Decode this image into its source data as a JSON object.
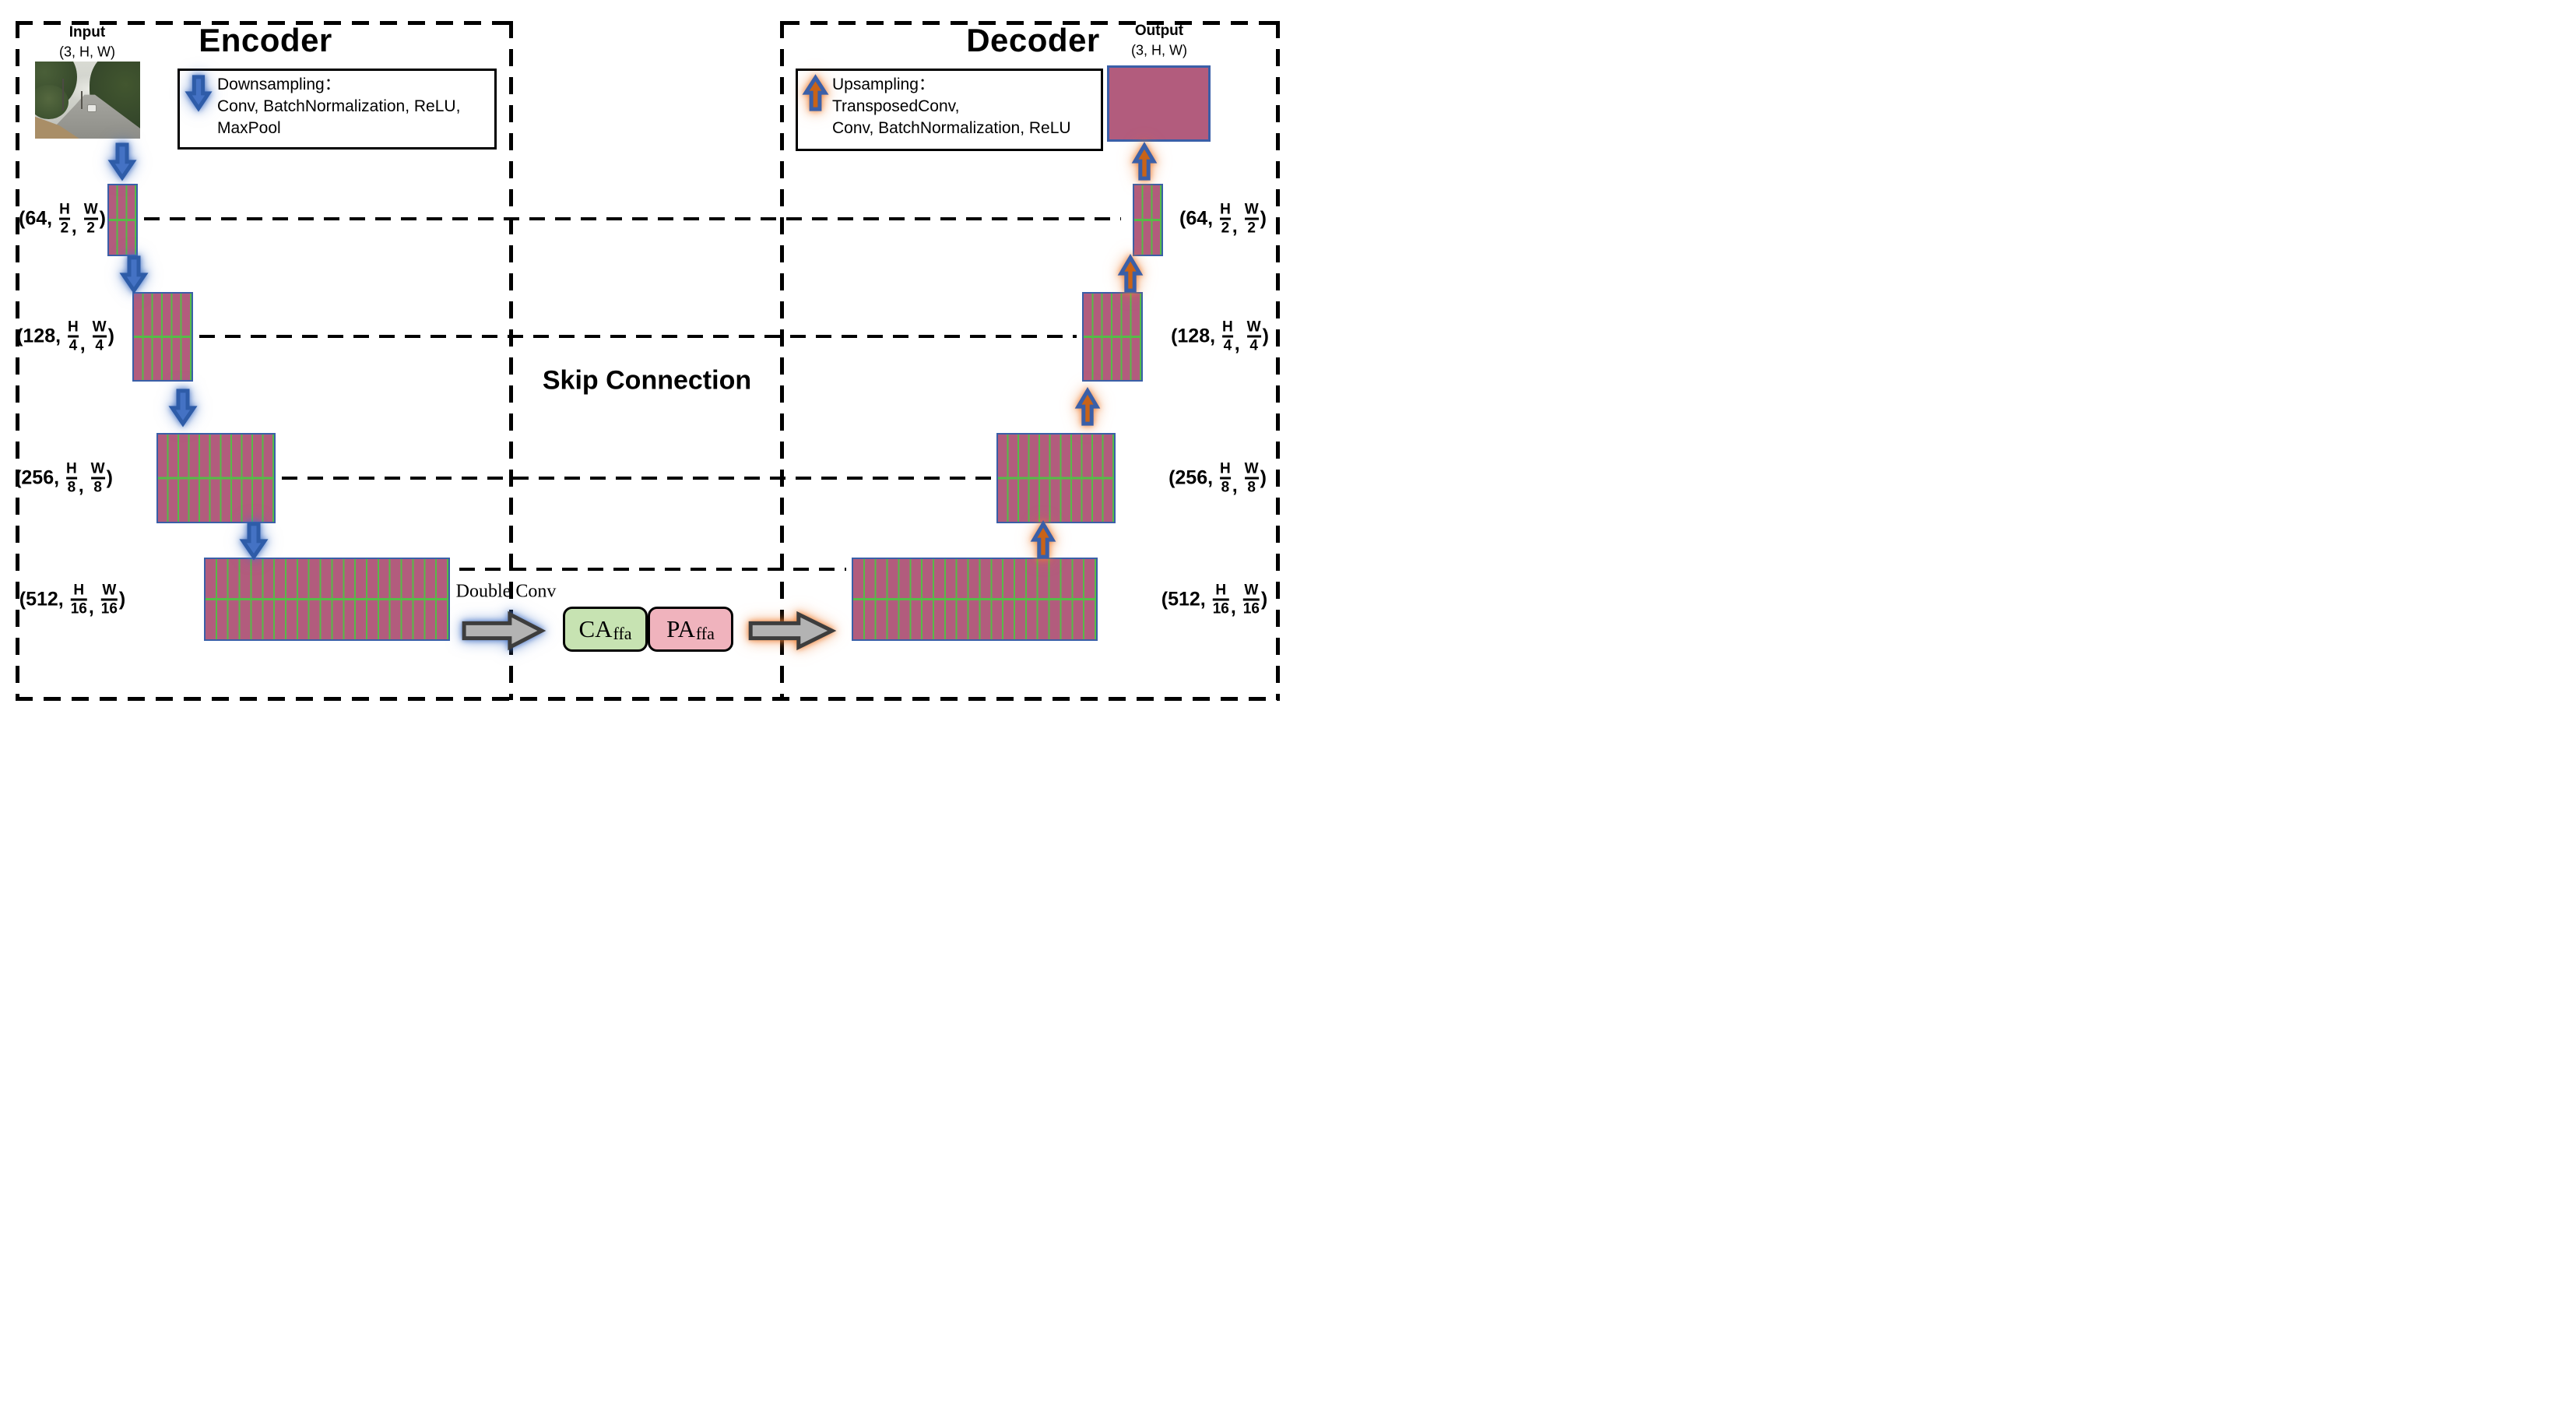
{
  "diagram": {
    "input": {
      "label": "Input",
      "shape": "(3, H, W)"
    },
    "output": {
      "label": "Output",
      "shape": "(3, H, W)"
    },
    "encoder": {
      "title": "Encoder",
      "legend": {
        "icon": "blue-down-arrow",
        "title": "Downsampling：",
        "lines": [
          "Conv, BatchNormalization, ReLU,",
          "MaxPool"
        ]
      }
    },
    "decoder": {
      "title": "Decoder",
      "legend": {
        "icon": "orange-up-arrow",
        "title": "Upsampling：",
        "lines": [
          "TransposedConv,",
          "Conv, BatchNormalization, ReLU"
        ]
      }
    },
    "skip_connection_label": "Skip Connection",
    "double_conv_label": "Double Conv",
    "bottleneck": {
      "ca": {
        "base": "CA",
        "sub": "ffa"
      },
      "pa": {
        "base": "PA",
        "sub": "ffa"
      }
    },
    "levels": [
      {
        "channels": "64",
        "h_num": "H",
        "h_den": "2",
        "w_num": "W",
        "w_den": "2"
      },
      {
        "channels": "128",
        "h_num": "H",
        "h_den": "4",
        "w_num": "W",
        "w_den": "4"
      },
      {
        "channels": "256",
        "h_num": "H",
        "h_den": "8",
        "w_num": "W",
        "w_den": "8"
      },
      {
        "channels": "512",
        "h_num": "H",
        "h_den": "16",
        "w_num": "W",
        "w_den": "16"
      }
    ]
  },
  "colors": {
    "feature_map_fill": "#b25c7d",
    "feature_map_grid": "#56bb48",
    "feature_map_border": "#3a5fa8",
    "output_fill": "#b25c7d",
    "down_arrow_fill": "#4472c4",
    "down_arrow_stroke": "#2e5ca8",
    "up_arrow_fill": "#c96317",
    "up_arrow_stroke": "#3a5fa8",
    "gray_arrow_fill": "#b3b3b3",
    "gray_arrow_stroke": "#3d3d3d",
    "ca_box_fill": "#c7e3b2",
    "pa_box_fill": "#f0b3bd",
    "glow_blue": "#4472c4",
    "glow_orange": "#ed7d31"
  }
}
